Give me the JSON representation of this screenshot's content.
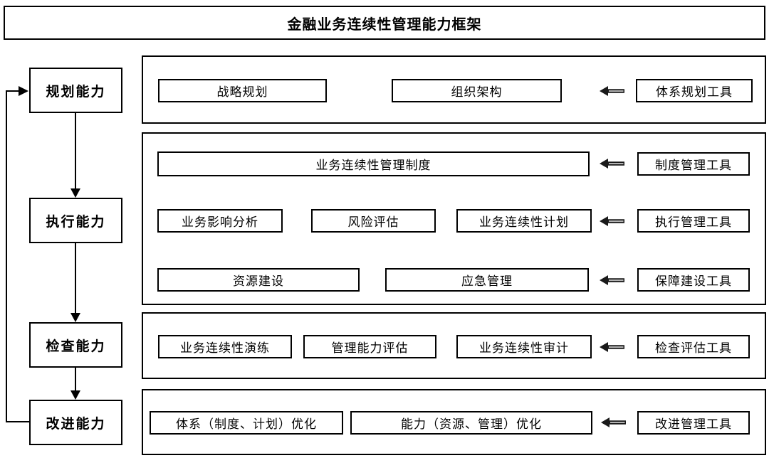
{
  "title": "金融业务连续性管理能力框架",
  "colors": {
    "border": "#000000",
    "background": "#ffffff",
    "text": "#000000"
  },
  "capabilities": [
    {
      "label": "规划能力"
    },
    {
      "label": "执行能力"
    },
    {
      "label": "检查能力"
    },
    {
      "label": "改进能力"
    }
  ],
  "sections": [
    {
      "capability": "规划能力",
      "rows": [
        {
          "items": [
            "战略规划",
            "组织架构"
          ],
          "tool": "体系规划工具"
        }
      ]
    },
    {
      "capability": "执行能力",
      "rows": [
        {
          "items": [
            "业务连续性管理制度"
          ],
          "tool": "制度管理工具"
        },
        {
          "items": [
            "业务影响分析",
            "风险评估",
            "业务连续性计划"
          ],
          "tool": "执行管理工具"
        },
        {
          "items": [
            "资源建设",
            "应急管理"
          ],
          "tool": "保障建设工具"
        }
      ]
    },
    {
      "capability": "检查能力",
      "rows": [
        {
          "items": [
            "业务连续性演练",
            "管理能力评估",
            "业务连续性审计"
          ],
          "tool": "检查评估工具"
        }
      ]
    },
    {
      "capability": "改进能力",
      "rows": [
        {
          "items": [
            "体系（制度、计划）优化",
            "能力（资源、管理）优化"
          ],
          "tool": "改进管理工具"
        }
      ]
    }
  ]
}
